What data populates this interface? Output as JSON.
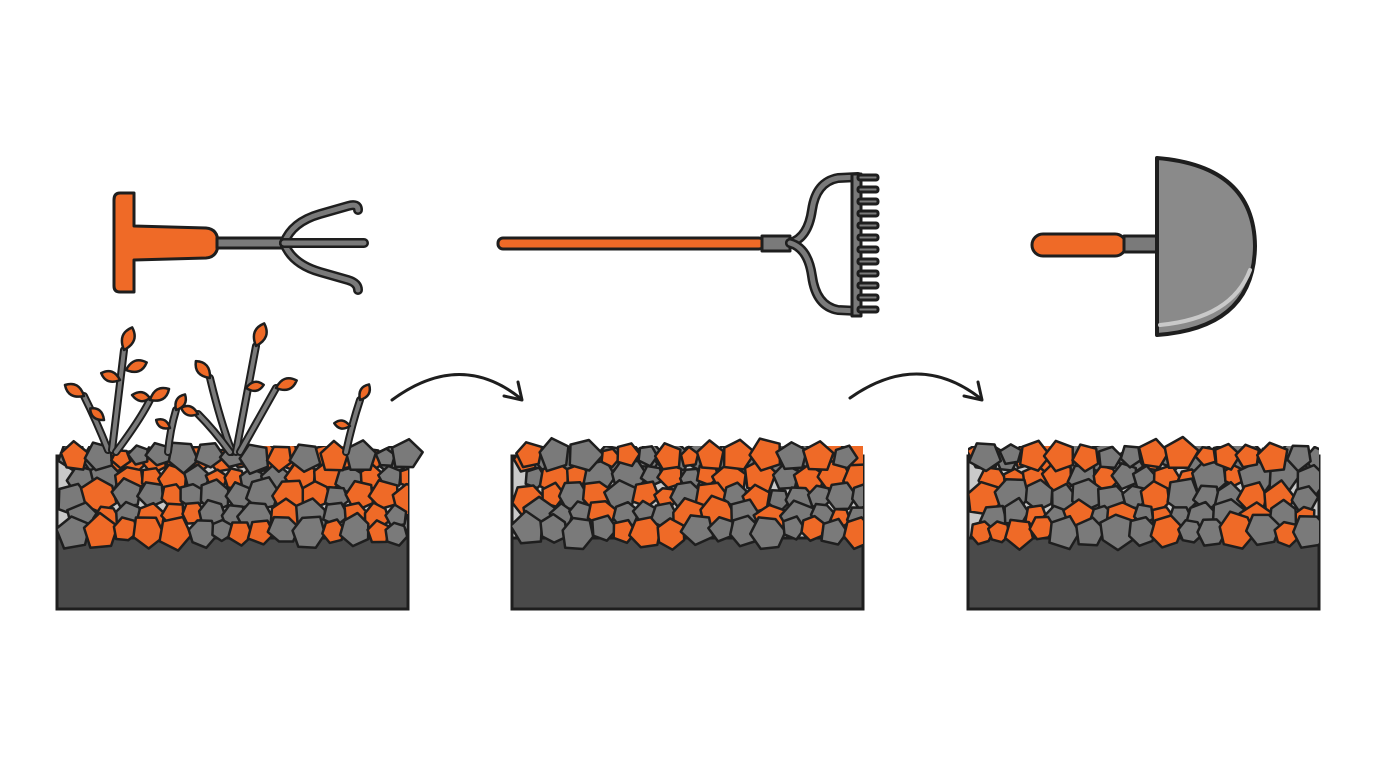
{
  "palette": {
    "orange": "#EF6A27",
    "gray": "#7A7A7A",
    "light_gray": "#C9C9C9",
    "soil": "#4A4A4A",
    "outline": "#1E1E1E",
    "background": "#FFFFFF"
  },
  "tools": [
    {
      "name": "hand-cultivator",
      "icon": "hand-cultivator-icon"
    },
    {
      "name": "rake",
      "icon": "rake-icon"
    },
    {
      "name": "edging-spade",
      "icon": "half-moon-edger-icon"
    }
  ],
  "beds": [
    {
      "stage": 1,
      "state": "weedy",
      "has_weeds": true
    },
    {
      "stage": 2,
      "state": "raked",
      "has_weeds": false
    },
    {
      "stage": 3,
      "state": "edged",
      "has_weeds": false
    }
  ],
  "arrows": [
    {
      "from": 1,
      "to": 2,
      "icon": "curved-arrow-icon"
    },
    {
      "from": 2,
      "to": 3,
      "icon": "curved-arrow-icon"
    }
  ]
}
